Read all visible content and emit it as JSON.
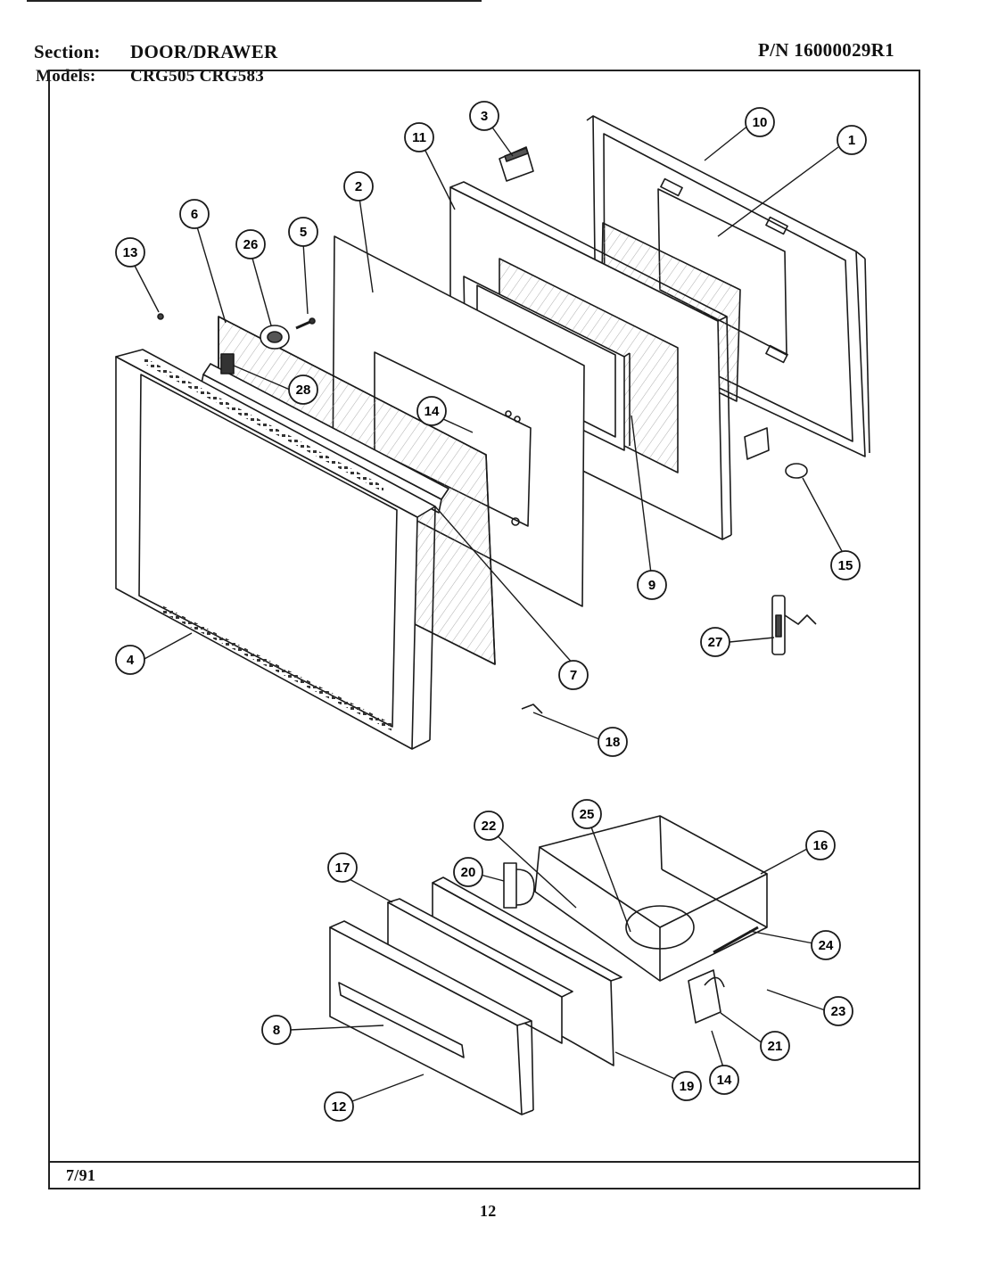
{
  "header": {
    "section_label": "Section:",
    "section_value": "DOOR/DRAWER",
    "models_label": "Models:",
    "models_value": "CRG505  CRG583",
    "part_number": "P/N 16000029R1"
  },
  "footer": {
    "date": "7/91",
    "page_number": "12"
  },
  "callouts": {
    "c1": "1",
    "c2": "2",
    "c3": "3",
    "c4": "4",
    "c5": "5",
    "c6": "6",
    "c7": "7",
    "c8": "8",
    "c9": "9",
    "c10": "10",
    "c11": "11",
    "c12": "12",
    "c13": "13",
    "c14a": "14",
    "c14b": "14",
    "c15": "15",
    "c16": "16",
    "c17": "17",
    "c18": "18",
    "c19": "19",
    "c20": "20",
    "c21": "21",
    "c22": "22",
    "c23": "23",
    "c24": "24",
    "c25": "25",
    "c26": "26",
    "c27": "27",
    "c28": "28"
  },
  "colors": {
    "ink": "#1a1a1a",
    "paper": "#ffffff"
  }
}
